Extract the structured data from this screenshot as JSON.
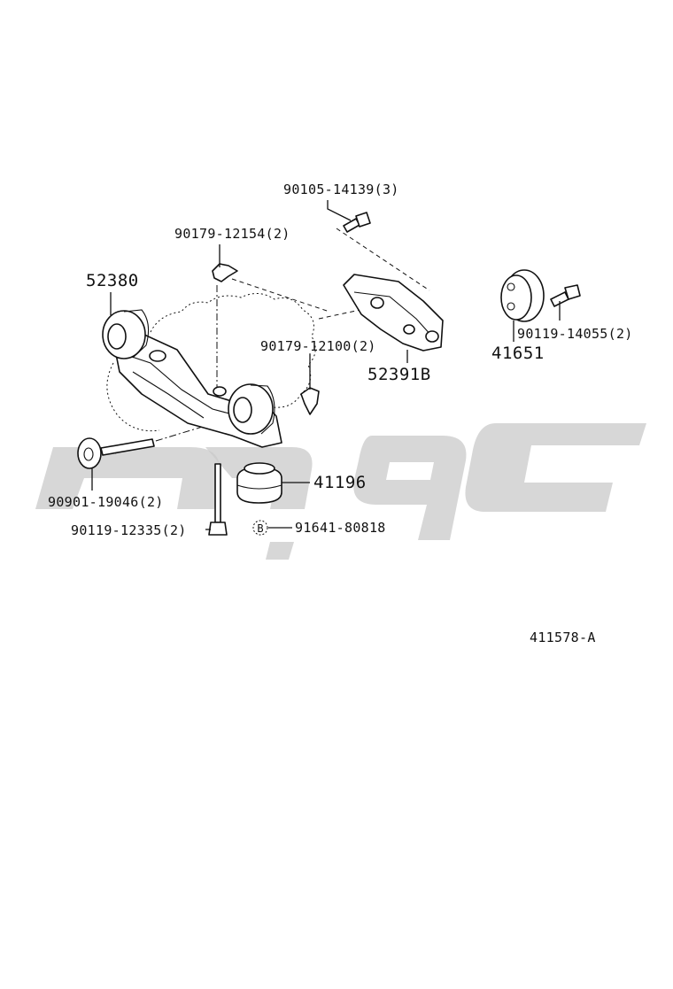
{
  "diagram": {
    "reference_code": "411578-A",
    "watermark_text": "",
    "parts": [
      {
        "id": "p1",
        "number": "90105-14139",
        "qty": "(3)"
      },
      {
        "id": "p2",
        "number": "90179-12154",
        "qty": "(2)"
      },
      {
        "id": "p3",
        "number": "52380",
        "qty": ""
      },
      {
        "id": "p4",
        "number": "90179-12100",
        "qty": "(2)"
      },
      {
        "id": "p5",
        "number": "52391B",
        "qty": ""
      },
      {
        "id": "p6",
        "number": "90119-14055",
        "qty": "(2)"
      },
      {
        "id": "p7",
        "number": "41651",
        "qty": ""
      },
      {
        "id": "p8",
        "number": "41196",
        "qty": ""
      },
      {
        "id": "p9",
        "number": "90901-19046",
        "qty": "(2)"
      },
      {
        "id": "p10",
        "number": "90119-12335",
        "qty": "(2)"
      },
      {
        "id": "p11",
        "number": "91641-80818",
        "qty": "",
        "marker": "B"
      }
    ]
  }
}
